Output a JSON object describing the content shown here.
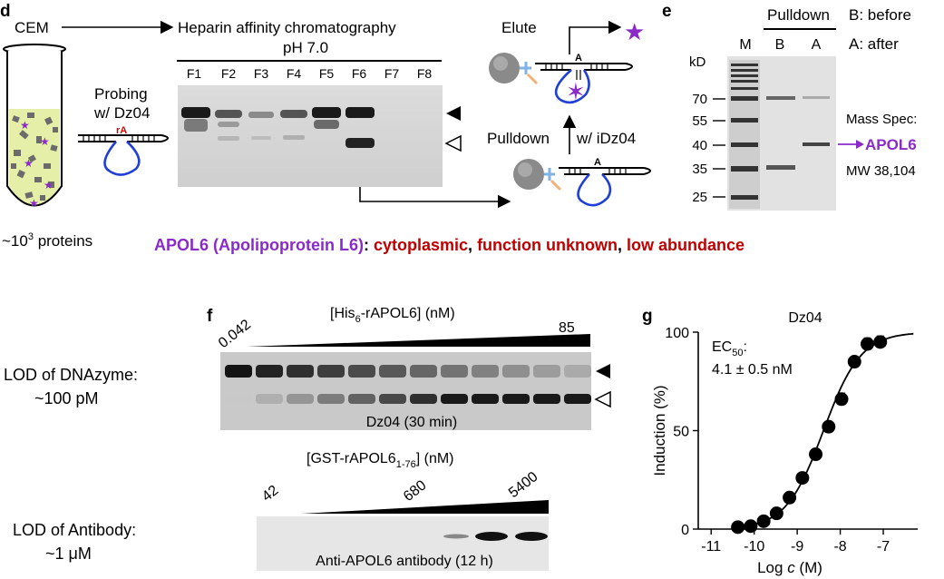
{
  "panel_d": {
    "label": "d",
    "cem": "CEM",
    "proteins_prefix": "~10",
    "proteins_exp": "3",
    "proteins_suffix": " proteins",
    "probing_line1": "Probing",
    "probing_line2": "w/ Dz04",
    "ra_label": "rA",
    "chrom_line1": "Heparin affinity chromatography",
    "chrom_line2": "pH 7.0",
    "fractions": [
      "F1",
      "F2",
      "F3",
      "F4",
      "F5",
      "F6",
      "F7",
      "F8"
    ],
    "elute": "Elute",
    "pulldown": "Pulldown",
    "w_idz04": "w/ iDz04",
    "a_label": "A"
  },
  "panel_e": {
    "label": "e",
    "kd": "kD",
    "pulldown_header": "Pulldown",
    "lanes": [
      "M",
      "B",
      "A"
    ],
    "legend_b": "B: before",
    "legend_a": "A: after",
    "markers": [
      "70",
      "55",
      "40",
      "35",
      "25"
    ],
    "mass_spec": "Mass Spec:",
    "protein": "APOL6",
    "mw": "MW 38,104"
  },
  "summary": {
    "name": "APOL6 (Apolipoprotein L6)",
    "sep": ": ",
    "p1": "cytoplasmic",
    "p2": "function unknown",
    "p3": "low abundance",
    "comma": ", ",
    "purple": "#8a2bc9",
    "red": "#c00000"
  },
  "panel_f": {
    "label": "f",
    "lod_dz_line1": "LOD of DNAzyme:",
    "lod_dz_line2": "~100 pM",
    "his_conc_left": "[His",
    "his_conc_sub": "6",
    "his_conc_right": "-rAPOL6] (nM)",
    "his_low": "0.042",
    "his_high": "85",
    "dz_caption": "Dz04 (30 min)",
    "gst_conc_left": "[GST-rAPOL6",
    "gst_conc_sub": "1-76",
    "gst_conc_right": "] (nM)",
    "gst_vals": [
      "42",
      "680",
      "5400"
    ],
    "ab_caption": "Anti-APOL6 antibody (12 h)",
    "lod_ab_line1": "LOD of Antibody:",
    "lod_ab_line2": "~1 μM"
  },
  "panel_g": {
    "label": "g",
    "title": "Dz04",
    "ec50_main": "EC",
    "ec50_sub": "50",
    "ec50_colon": ":",
    "ec50_value": "4.1 ± 0.5 nM"
  },
  "chart_data": {
    "type": "scatter",
    "title": "Dz04",
    "xlabel": "Log c (M)",
    "ylabel": "Induction (%)",
    "xlim": [
      -11.3,
      -6.2
    ],
    "ylim": [
      0,
      100
    ],
    "x_ticks": [
      -11,
      -10,
      -9,
      -8,
      -7
    ],
    "y_ticks": [
      0,
      50,
      100
    ],
    "x": [
      -10.38,
      -10.08,
      -9.78,
      -9.48,
      -9.18,
      -8.88,
      -8.57,
      -8.27,
      -7.97,
      -7.67,
      -7.37,
      -7.07
    ],
    "y": [
      1,
      1.5,
      4,
      8,
      16,
      26,
      38,
      52,
      66,
      85,
      94,
      95
    ],
    "errors": [
      0.8,
      0.8,
      1.0,
      1.2,
      1.5,
      2.0,
      2.0,
      2.5,
      3.0,
      2.0,
      3.0,
      3.0
    ],
    "fit": "sigmoid",
    "fit_ec50_log": -8.39,
    "fit_top": 100,
    "fit_hill": 1.0
  }
}
